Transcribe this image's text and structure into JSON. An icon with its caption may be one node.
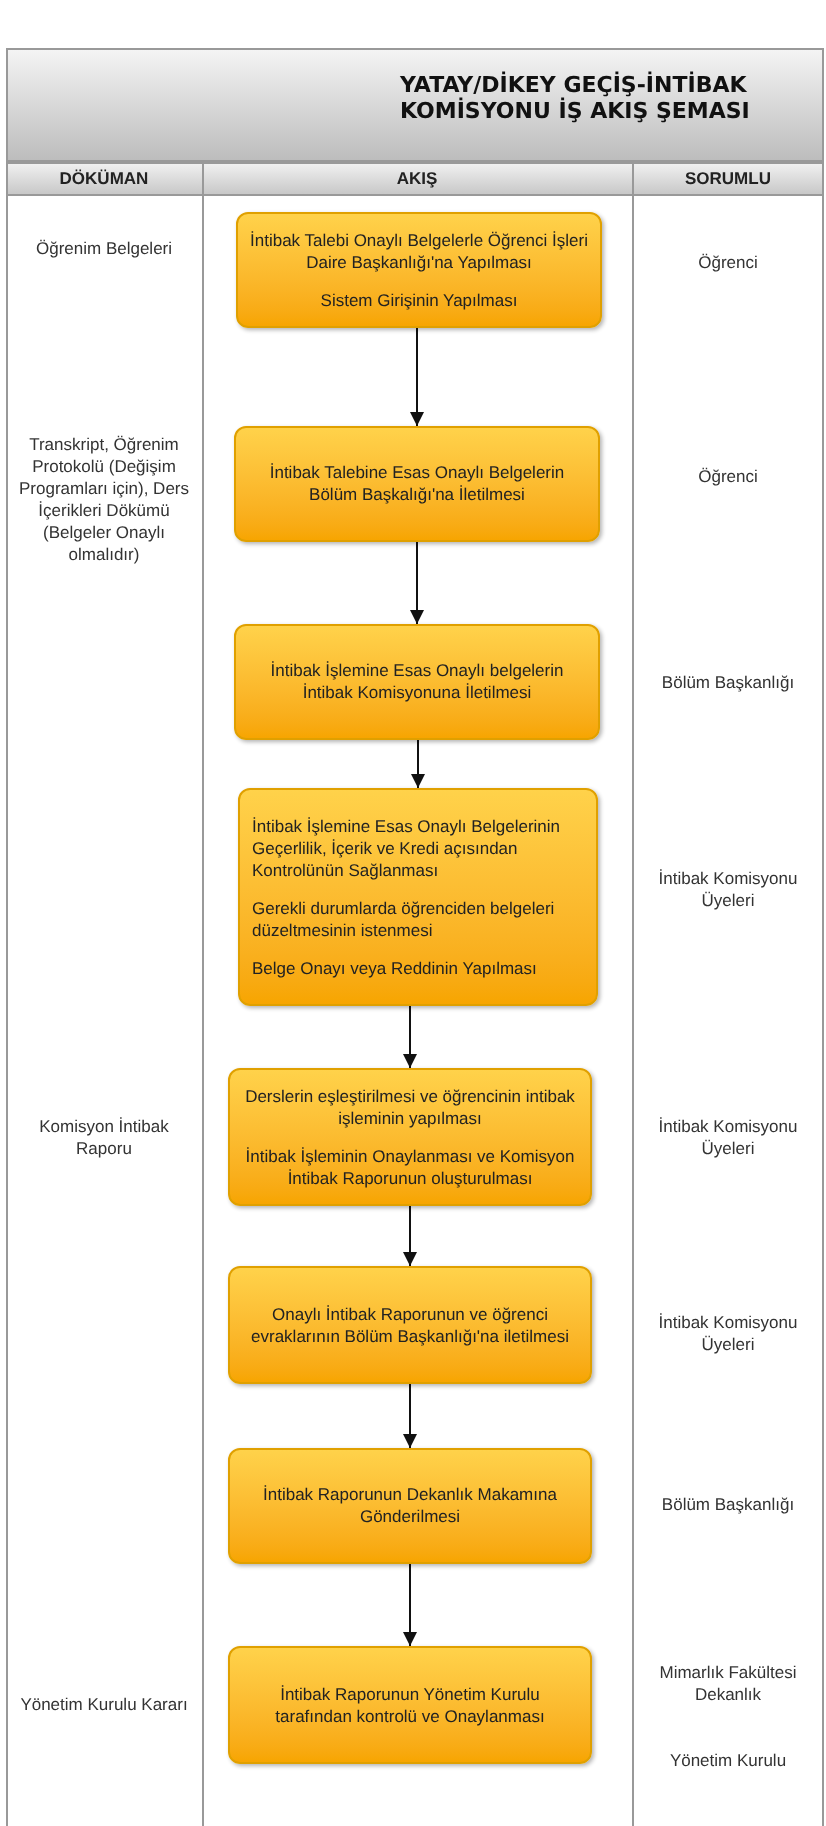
{
  "diagram": {
    "title": "YATAY/DİKEY GEÇİŞ-İNTİBAK KOMİSYONU İŞ AKIŞ ŞEMASI",
    "nodes": [
      {
        "text": [
          "İntibak Talebi Onaylı Belgelerle Öğrenci İşleri Daire Başkanlığı'na Yapılması",
          "Sistem Girişinin Yapılması"
        ]
      },
      {
        "text": [
          "İntibak Talebine Esas Onaylı Belgelerin Bölüm Başkalığı'na İletilmesi"
        ]
      },
      {
        "text": [
          "İntibak İşlemine Esas Onaylı belgelerin İntibak Komisyonuna İletilmesi"
        ]
      },
      {
        "text": [
          "İntibak İşlemine Esas Onaylı Belgelerinin Geçerlilik, İçerik ve Kredi açısından Kontrolünün Sağlanması",
          "Gerekli durumlarda öğrenciden belgeleri düzeltmesinin istenmesi",
          "Belge Onayı veya Reddinin Yapılması"
        ]
      },
      {
        "text": [
          "Derslerin eşleştirilmesi ve öğrencinin intibak işleminin yapılması",
          "İntibak İşleminin Onaylanması ve Komisyon İntibak Raporunun oluşturulması"
        ]
      },
      {
        "text": [
          "Onaylı İntibak Raporunun ve  öğrenci evraklarının Bölüm Başkanlığı'na iletilmesi"
        ]
      },
      {
        "text": [
          "İntibak Raporunun Dekanlık Makamına Gönderilmesi"
        ]
      },
      {
        "text": [
          "İntibak Raporunun Yönetim Kurulu tarafından kontrolü ve Onaylanması"
        ]
      }
    ],
    "edges": [
      {
        "from": 0,
        "to": 1,
        "arrow": "to"
      },
      {
        "from": 1,
        "to": 2,
        "arrow": "to"
      },
      {
        "from": 2,
        "to": 3,
        "arrow": "to"
      },
      {
        "from": 3,
        "to": 4,
        "arrow": "to"
      },
      {
        "from": 4,
        "to": 5,
        "arrow": "to"
      },
      {
        "from": 5,
        "to": 6,
        "arrow": "to"
      },
      {
        "from": 6,
        "to": 7,
        "arrow": "to"
      }
    ],
    "labels": [
      "DÖKÜMAN",
      "AKIŞ",
      "SORUMLU",
      "Öğrenim Belgeleri",
      "Öğrenci",
      "Transkript, Öğrenim Protokolü (Değişim Programları için), Ders İçerikleri Dökümü (Belgeler Onaylı olmalıdır)",
      "Öğrenci",
      "Bölüm Başkanlığı",
      "İntibak Komisyonu Üyeleri",
      "Komisyon İntibak Raporu",
      "İntibak Komisyonu Üyeleri",
      "İntibak Komisyonu Üyeleri",
      "Bölüm Başkanlığı",
      "Yönetim Kurulu Kararı",
      "Mimarlık Fakültesi Dekanlık",
      "Yönetim Kurulu"
    ]
  }
}
